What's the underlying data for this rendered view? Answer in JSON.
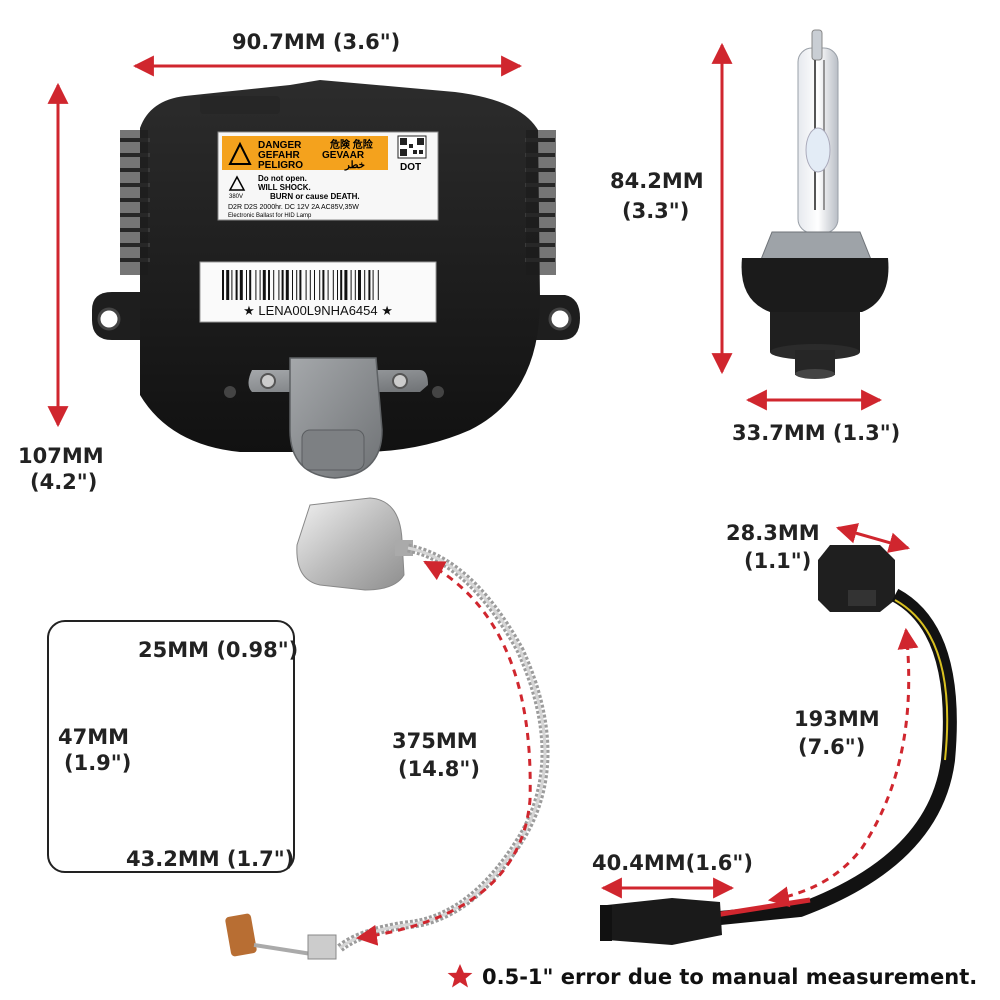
{
  "ballast": {
    "warning_lines": [
      "DANGER",
      "GEFAHR",
      "PELIGRO"
    ],
    "warning_lines_right": [
      "危険 危险",
      "GEVAAR",
      "خطر"
    ],
    "dot_label": "DOT",
    "caution_lines": [
      "Do not open.",
      "WILL SHOCK.",
      "BURN or cause DEATH."
    ],
    "voltage_label": "380V",
    "spec_line": "D2R  D2S 2000hr. DC 12V 2A  AC85V,35W",
    "desc_line": "Electronic Ballast for HID Lamp",
    "serial": "★ LENA00L9NHA6454 ★"
  },
  "dimensions": {
    "ballast_width": "90.7MM   (3.6\")",
    "ballast_height_mm": "107MM",
    "ballast_height_in": "(4.2\")",
    "bulb_height_mm": "84.2MM",
    "bulb_height_in": "(3.3\")",
    "bulb_width": "33.7MM  (1.3\")",
    "igniter_top": "25MM (0.98\")",
    "igniter_height_mm": "47MM",
    "igniter_height_in": "(1.9\")",
    "igniter_width": "43.2MM  (1.7\")",
    "igniter_cable_mm": "375MM",
    "igniter_cable_in": "(14.8\")",
    "harness_plug_mm": "28.3MM",
    "harness_plug_in": "(1.1\")",
    "harness_cable_mm": "193MM",
    "harness_cable_in": "(7.6\")",
    "harness_end": "40.4MM(1.6\")"
  },
  "footnote": "0.5-1\" error due to manual measurement.",
  "colors": {
    "arrow": "#d0262e",
    "dash": "#d0262e",
    "warning": "#f4a21d",
    "housing": "#1c1c1c",
    "connector": "#8a8d90"
  }
}
